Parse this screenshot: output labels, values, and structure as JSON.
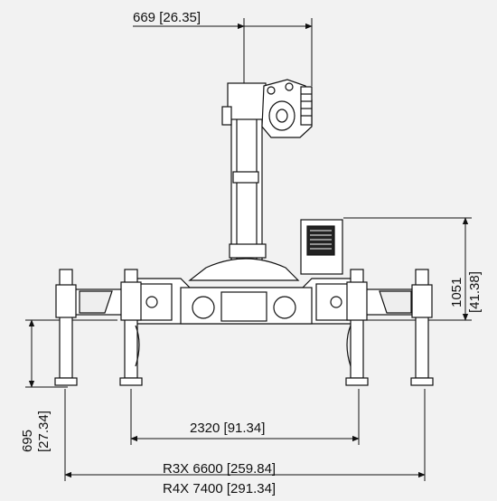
{
  "dimensions": {
    "top_offset": "669   [26.35]",
    "column_height_mm": "1051",
    "column_height_in": "[41.38]",
    "outrigger_height_mm": "695",
    "outrigger_height_in": "[27.34]",
    "track_width": "2320   [91.34]",
    "r3x_width": "R3X 6600   [259.84]",
    "r4x_width": "R4X 7400   [291.34]"
  }
}
